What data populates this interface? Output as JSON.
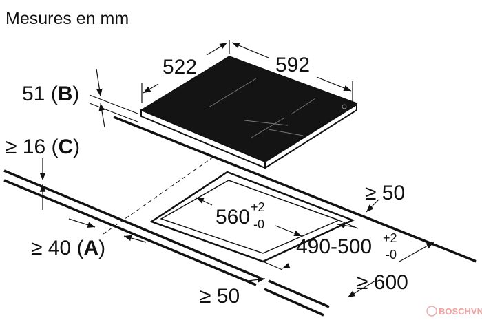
{
  "title": "Mesures en mm",
  "cooktop": {
    "depth": "522",
    "width": "592"
  },
  "thickness": {
    "value": "51",
    "letter": "B"
  },
  "min_gap_c": {
    "value": "≥ 16",
    "letter": "C"
  },
  "front_dist_a": {
    "value": "≥ 40",
    "letter": "A"
  },
  "cutout_width": {
    "value": "560",
    "tol_plus": "+2",
    "tol_minus": "-0"
  },
  "cutout_depth": {
    "value": "490-500",
    "tol_plus": "+2",
    "tol_minus": "-0"
  },
  "rear_dist": "≥ 50",
  "counter_depth": "≥ 600",
  "side_dist": "≥ 50",
  "watermark": "BOSCHVN",
  "colors": {
    "glass": "#141414",
    "lines": "#111111",
    "watermark": "#f3a0a0"
  }
}
